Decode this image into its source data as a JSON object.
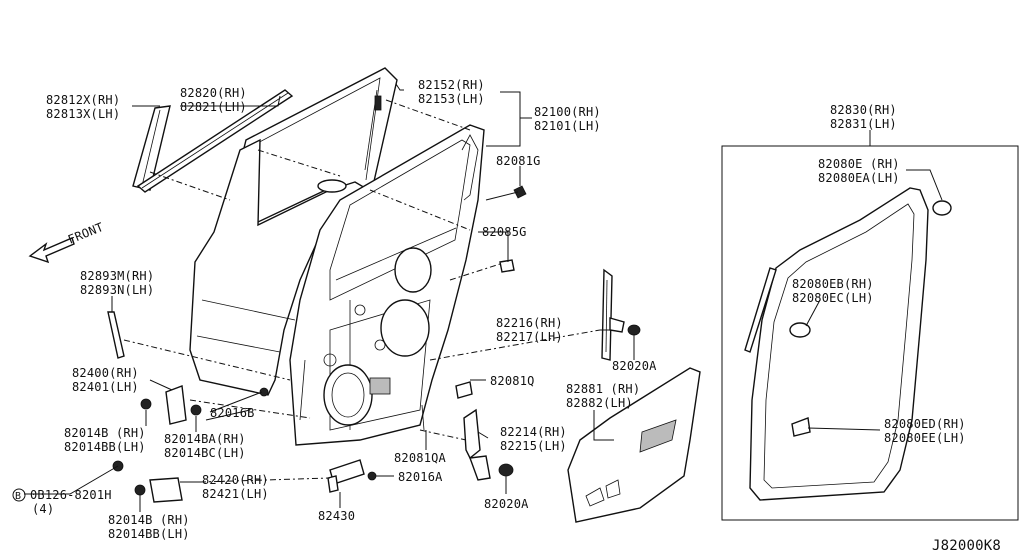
{
  "labels": {
    "p82812": "82812X(RH)",
    "p82813": "82813X(LH)",
    "p82820": "82820(RH)",
    "p82821": "82821(LH)",
    "p82152": "82152(RH)",
    "p82153": "82153(LH)",
    "p82100": "82100(RH)",
    "p82101": "82101(LH)",
    "p82830": "82830(RH)",
    "p82831": "82831(LH)",
    "p82080e": "82080E (RH)",
    "p82080ea": "82080EA(LH)",
    "p82081g": "82081G",
    "p82085g": "82085G",
    "front": "FRONT",
    "p82893m": "82893M(RH)",
    "p82893n": "82893N(LH)",
    "p82080eb": "82080EB(RH)",
    "p82080ec": "82080EC(LH)",
    "p82216": "82216(RH)",
    "p82217": "82217(LH)",
    "p82020a_1": "82020A",
    "p82400": "82400(RH)",
    "p82401": "82401(LH)",
    "p82081q": "82081Q",
    "p82881": "82881 (RH)",
    "p82882": "82882(LH)",
    "p82016b": "82016B",
    "p82014b_1": "82014B  (RH)",
    "p82014bb_1": "82014BB(LH)",
    "p82014ba": "82014BA(RH)",
    "p82014bc": "82014BC(LH)",
    "p82214": "82214(RH)",
    "p82215": "82215(LH)",
    "p82080ed": "82080ED(RH)",
    "p82080ee": "82080EE(LH)",
    "p82081qa": "82081QA",
    "p82420": "82420(RH)",
    "p82421": "82421(LH)",
    "p82016a": "82016A",
    "bolt": "0B126-8201H",
    "bolt_qty": "(4)",
    "bolt_mark": "B",
    "p82014b_2": "82014B  (RH)",
    "p82014bb_2": "82014BB(LH)",
    "p82430": "82430",
    "p82020a_2": "82020A",
    "diagram_code": "J82000K8"
  }
}
